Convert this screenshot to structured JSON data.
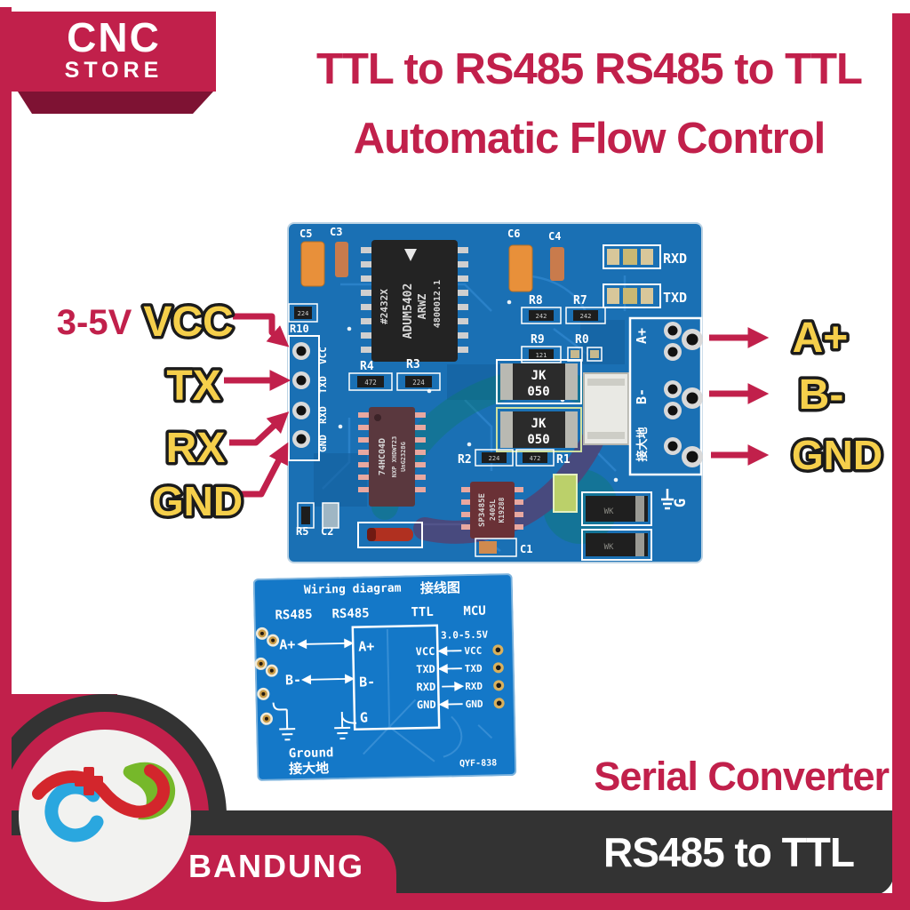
{
  "colors": {
    "crimson": "#C1204B",
    "crimson_dark": "#7E1233",
    "charcoal": "#333333",
    "label_yellow": "#F5CF4B",
    "pcb_blue": "#1A70B4",
    "wiring_blue": "#1478C8",
    "logo_green": "#76B82A",
    "logo_blue": "#2AA7DF",
    "logo_red": "#D3262C"
  },
  "banner": {
    "line1": "CNC",
    "line2": "STORE"
  },
  "title": {
    "line1": "TTL to RS485 RS485 to TTL",
    "line2": "Automatic Flow Control"
  },
  "callouts": {
    "left": {
      "voltage": "3-5V",
      "pins": [
        "VCC",
        "TX",
        "RX",
        "GND"
      ]
    },
    "right": {
      "pins": [
        "A+",
        "B-",
        "GND"
      ]
    }
  },
  "pcb": {
    "refs": {
      "c5": "C5",
      "c3": "C3",
      "c6": "C6",
      "c4": "C4",
      "r10": "R10",
      "r8": "R8",
      "r7": "R7",
      "r9": "R9",
      "r0": "R0",
      "r4": "R4",
      "r3": "R3",
      "r2": "R2",
      "r1": "R1",
      "r5": "R5",
      "c2": "C2",
      "c1": "C1"
    },
    "values": {
      "r10": "224",
      "r8": "242",
      "r7": "242",
      "r9": "121",
      "r4": "472",
      "r3": "224",
      "r2": "224",
      "r1": "472"
    },
    "left_pins_silk": [
      "VCC",
      "TXD",
      "RXD",
      "GND"
    ],
    "ic_main": {
      "l1": "#2432X",
      "l2": "ADUM5402",
      "l3": "ARWZ",
      "l4": "4800012.1"
    },
    "ic_hex": {
      "l1": "74HC04D",
      "l2": "NXP XHDWT23",
      "l3": "UnG2328G"
    },
    "ic_485": {
      "l1": "SP3485E",
      "l2": "2405L",
      "l3": "K19288"
    },
    "fuse": {
      "l1": "JK",
      "l2": "050"
    },
    "led_labels": {
      "rxd": "RXD",
      "txd": "TXD"
    },
    "right_silk": {
      "a": "A+",
      "b": "B-",
      "gnd_zh": "接大地",
      "g": "G"
    },
    "diode_mark": "WK"
  },
  "wiring": {
    "title_en": "Wiring diagram",
    "title_zh": "接线图",
    "col1": "RS485",
    "col2": "RS485",
    "col3": "TTL",
    "col4": "MCU",
    "left_a": "A+",
    "left_b": "B-",
    "box_a": "A+",
    "box_b": "B-",
    "box_g": "G",
    "box_vcc": "VCC",
    "box_txd": "TXD",
    "box_rxd": "RXD",
    "box_gnd": "GND",
    "mcu_vcc": "VCC",
    "mcu_txd": "TXD",
    "mcu_rxd": "RXD",
    "mcu_gnd": "GND",
    "voltage": "3.0-5.5V",
    "ground_en": "Ground",
    "ground_zh": "接大地",
    "model": "QYF-838"
  },
  "footer": {
    "serial": "Serial Converter",
    "variant": "RS485 to TTL",
    "city": "BANDUNG"
  }
}
